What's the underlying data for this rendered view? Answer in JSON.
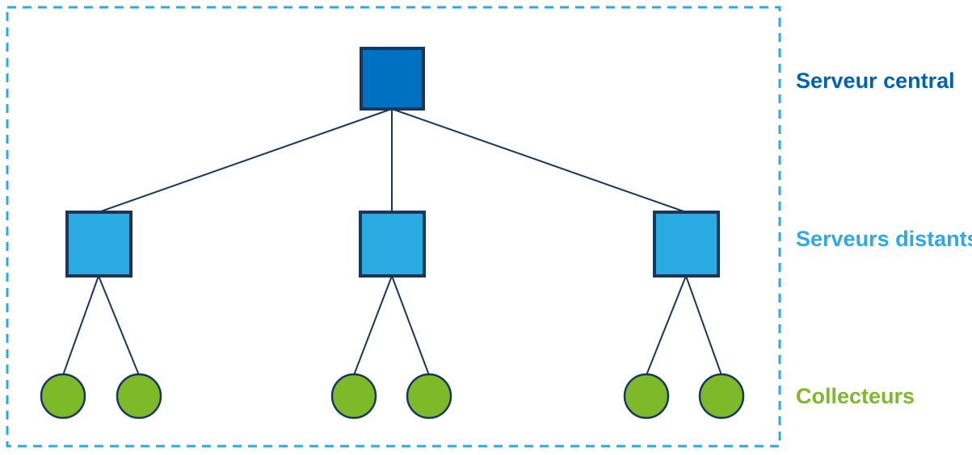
{
  "diagram": {
    "title": "",
    "labels": {
      "central": "Serveur central",
      "remote": "Serveurs distants",
      "collectors": "Collecteurs"
    },
    "nodes": {
      "central_count": 1,
      "remote_count": 3,
      "collector_count": 6,
      "collectors_per_remote": 2
    },
    "colors": {
      "central_fill": "#0070C0",
      "remote_fill": "#29ABE2",
      "collector_fill": "#7DB928",
      "node_stroke": "#17375E",
      "edge_line": "#17375E",
      "frame_border": "#29ABE2",
      "central_label": "#0063B1",
      "remote_label": "#2EA9E1",
      "collector_label": "#7DB928"
    }
  }
}
